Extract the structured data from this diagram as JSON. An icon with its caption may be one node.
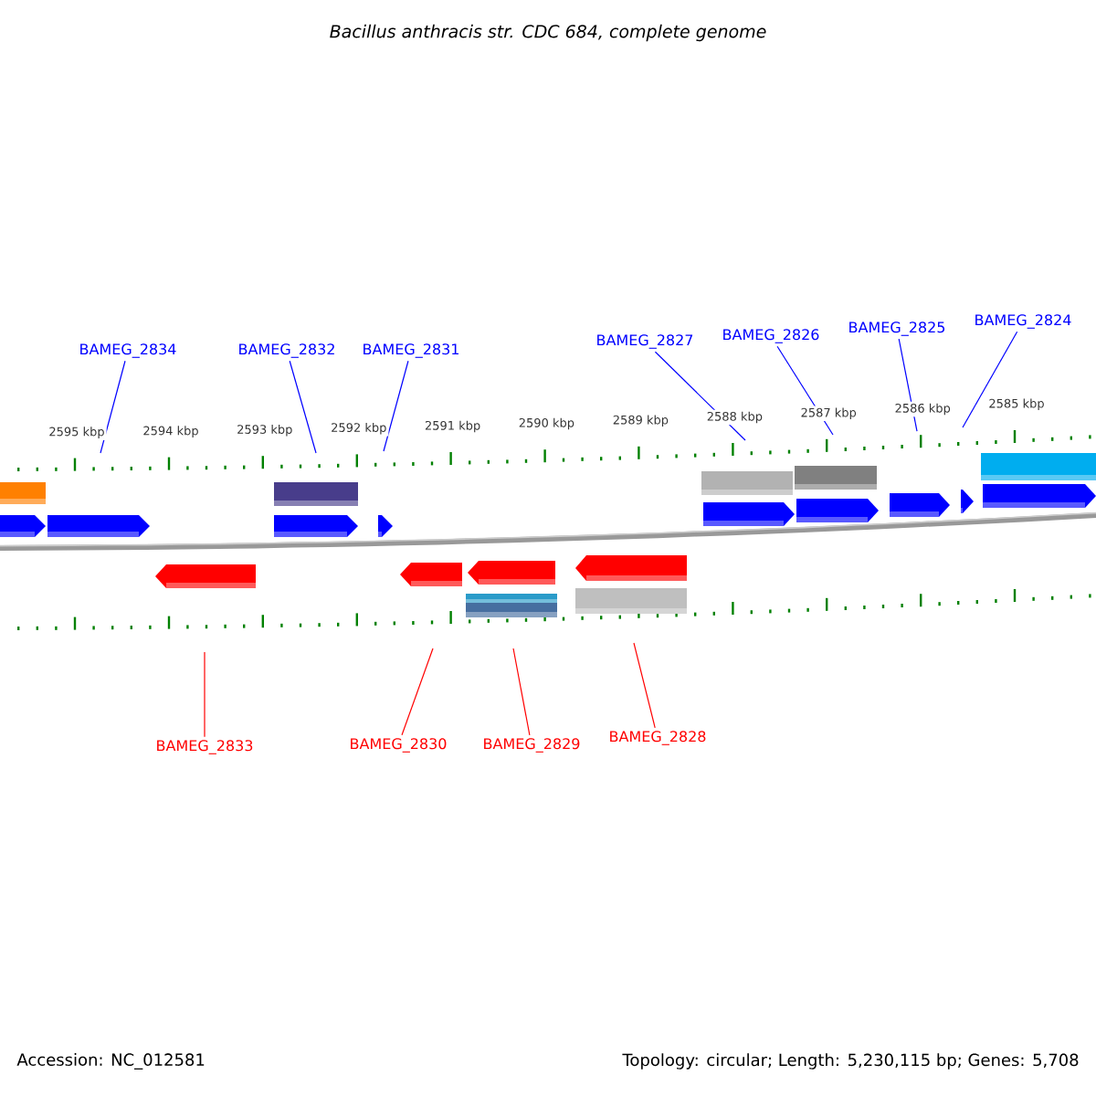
{
  "diagram": {
    "title": "Bacillus anthracis str. CDC 684, complete genome",
    "nodes": [
      {
        "text": [
          "BAMEG_2834"
        ]
      },
      {
        "text": [
          "BAMEG_2832"
        ]
      },
      {
        "text": [
          "BAMEG_2831"
        ]
      },
      {
        "text": [
          "BAMEG_2827"
        ]
      },
      {
        "text": [
          "BAMEG_2826"
        ]
      },
      {
        "text": [
          "BAMEG_2825"
        ]
      },
      {
        "text": [
          "BAMEG_2824"
        ]
      },
      {
        "text": [
          "BAMEG_2833"
        ]
      },
      {
        "text": [
          "BAMEG_2830"
        ]
      },
      {
        "text": [
          "BAMEG_2829"
        ]
      },
      {
        "text": [
          "BAMEG_2828"
        ]
      }
    ],
    "edges": [
      {
        "from": 0,
        "to": null,
        "arrow": "none",
        "color": "#0000ff"
      },
      {
        "from": 1,
        "to": null,
        "arrow": "none",
        "color": "#0000ff"
      },
      {
        "from": 2,
        "to": null,
        "arrow": "none",
        "color": "#0000ff"
      },
      {
        "from": 3,
        "to": null,
        "arrow": "none",
        "color": "#0000ff"
      },
      {
        "from": 4,
        "to": null,
        "arrow": "none",
        "color": "#0000ff"
      },
      {
        "from": 5,
        "to": null,
        "arrow": "none",
        "color": "#0000ff"
      },
      {
        "from": 6,
        "to": null,
        "arrow": "none",
        "color": "#0000ff"
      },
      {
        "from": 7,
        "to": null,
        "arrow": "none",
        "color": "#ff0000"
      },
      {
        "from": 8,
        "to": null,
        "arrow": "none",
        "color": "#ff0000"
      },
      {
        "from": 9,
        "to": null,
        "arrow": "none",
        "color": "#ff0000"
      },
      {
        "from": 10,
        "to": null,
        "arrow": "none",
        "color": "#ff0000"
      }
    ],
    "labels": [
      "2595 kbp",
      "2594 kbp",
      "2593 kbp",
      "2592 kbp",
      "2591 kbp",
      "2590 kbp",
      "2589 kbp",
      "2588 kbp",
      "2587 kbp",
      "2586 kbp",
      "2585 kbp",
      "Accession: NC_012581",
      "Topology: circular; Length: 5,230,115 bp; Genes: 5,708"
    ]
  }
}
